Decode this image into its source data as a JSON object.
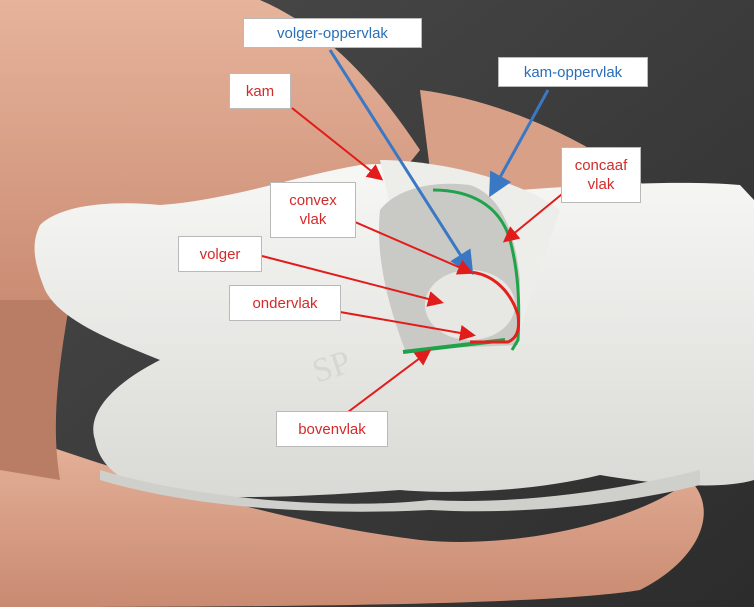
{
  "labels": {
    "volger_oppervlak": "volger-oppervlak",
    "kam_oppervlak": "kam-oppervlak",
    "kam": "kam",
    "concaaf_vlak": "concaaf\nvlak",
    "convex_vlak": "convex\nvlak",
    "volger": "volger",
    "ondervlak": "ondervlak",
    "bovenvlak": "bovenvlak",
    "emboss": "SP"
  },
  "colors": {
    "red_label": "#d42a2a",
    "blue_label": "#2a6fb8",
    "red_arrow": "#e21b1b",
    "blue_arrow": "#3b78c4",
    "green_line": "#1fa34a",
    "red_curve": "#e3201b"
  }
}
